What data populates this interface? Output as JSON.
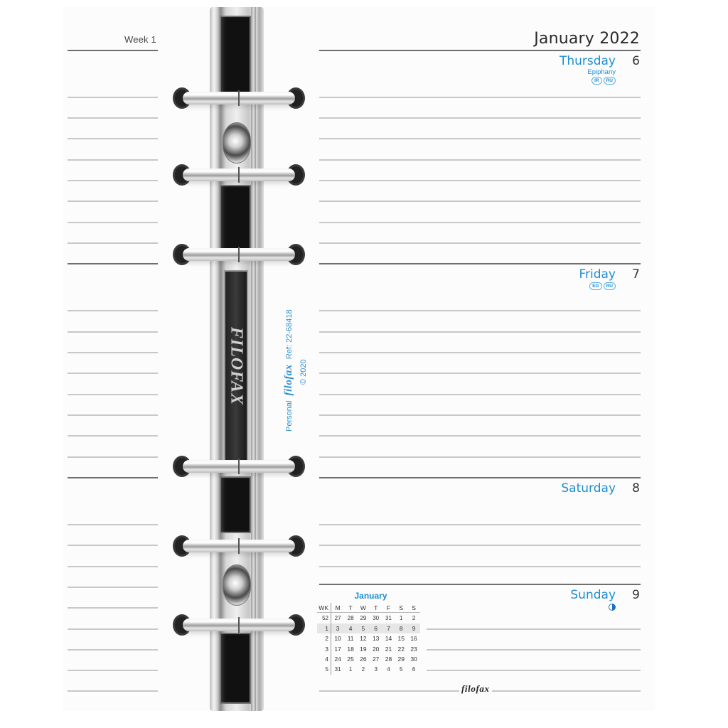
{
  "left_page": {
    "week_label": "Week 1"
  },
  "right_page": {
    "month_title": "January 2022",
    "days": [
      {
        "name": "Thursday",
        "number": "6",
        "note": "Epiphany",
        "badges": [
          "IR",
          "RU"
        ]
      },
      {
        "name": "Friday",
        "number": "7",
        "badges": [
          "EG",
          "RU"
        ]
      },
      {
        "name": "Saturday",
        "number": "8"
      },
      {
        "name": "Sunday",
        "number": "9",
        "icon": "first-quarter-moon-icon"
      }
    ]
  },
  "imprint": {
    "prefix": "Personal",
    "brand": "filofax",
    "ref": "Ref: 22-68418",
    "copyright": "© 2020"
  },
  "binder": {
    "brand_text": "FILOFAX"
  },
  "mini_calendar": {
    "title": "January",
    "headers": [
      "WK",
      "M",
      "T",
      "W",
      "T",
      "F",
      "S",
      "S"
    ],
    "rows": [
      [
        "52",
        "27",
        "28",
        "29",
        "30",
        "31",
        "1",
        "2"
      ],
      [
        "1",
        "3",
        "4",
        "5",
        "6",
        "7",
        "8",
        "9"
      ],
      [
        "2",
        "10",
        "11",
        "12",
        "13",
        "14",
        "15",
        "16"
      ],
      [
        "3",
        "17",
        "18",
        "19",
        "20",
        "21",
        "22",
        "23"
      ],
      [
        "4",
        "24",
        "25",
        "26",
        "27",
        "28",
        "29",
        "30"
      ],
      [
        "5",
        "31",
        "1",
        "2",
        "3",
        "4",
        "5",
        "6"
      ]
    ],
    "highlighted_row": 1
  },
  "footer": {
    "logo": "filofax"
  },
  "colors": {
    "accent_blue": "#1b8fd2",
    "rule_dark": "#6e6e6e",
    "rule_light": "#c8c8c8"
  }
}
